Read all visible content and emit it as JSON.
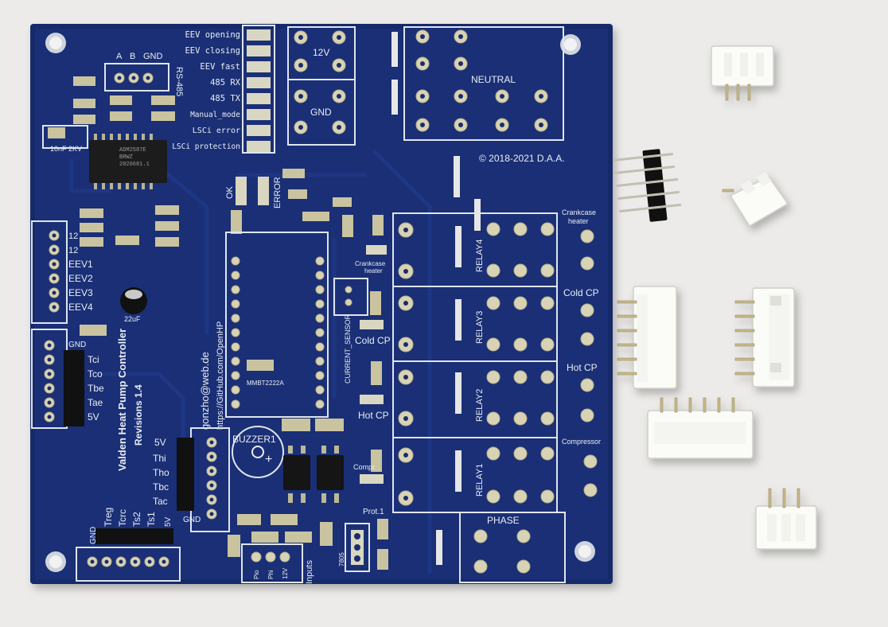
{
  "board": {
    "title": "Valden Heat Pump Controller",
    "revision": "Revisions 1.4",
    "email": "gonzho@web.de",
    "repo": "https://GitHub.com/OpenHP",
    "copyright": "© 2018-2021 D.A.A."
  },
  "led_labels": [
    "EEV opening",
    "EEV closing",
    "EEV fast",
    "485 RX",
    "485 TX",
    "Manual_mode",
    "LSCi error",
    "LSCi protection"
  ],
  "rs485": {
    "a": "A",
    "b": "B",
    "gnd": "GND",
    "name": "RS-485"
  },
  "power": {
    "v12": "12V",
    "gnd": "GND",
    "neutral": "NEUTRAL",
    "phase": "PHASE"
  },
  "eev_labels": [
    "12",
    "12",
    "EEV1",
    "EEV2",
    "EEV3",
    "EEV4"
  ],
  "sensor_top_labels": [
    "GND",
    "Tci",
    "Tco",
    "Tbe",
    "Tae",
    "5V"
  ],
  "sensor_mid_labels": [
    "5V",
    "Thi",
    "Tho",
    "Tbc",
    "Tac",
    "GND"
  ],
  "sensor_bottom_labels": [
    "GND",
    "Treg",
    "Tcrc",
    "Ts2",
    "Ts1",
    "5V"
  ],
  "status_labels": {
    "ok": "OK",
    "error": "ERROR"
  },
  "relays": [
    "RELAY4",
    "RELAY3",
    "RELAY2",
    "RELAY1"
  ],
  "relay_loads": [
    "Crankcase heater",
    "Cold CP",
    "Hot CP",
    "Compressor"
  ],
  "misc": {
    "cap_label": "10nF 2KV",
    "cap_value": "22uF",
    "current_sensor": "CURRENT_SENSOR",
    "transistor": "MMBT2222A",
    "buzzer": "BUZZER1",
    "inputs": "Inputs",
    "input_pins": [
      "Pio",
      "Phi",
      "12V"
    ],
    "regulator": "7805",
    "compr": "Compr.",
    "prot": "Prot.1",
    "chip_text": [
      "ADM2587E",
      "BRWZ",
      "2020681.1"
    ]
  },
  "colors": {
    "pcb": "#16296a",
    "silkscreen": "#e9edf4",
    "pad": "#d8d3b4",
    "background": "#ecebe9",
    "connector": "#fbfbf8"
  }
}
